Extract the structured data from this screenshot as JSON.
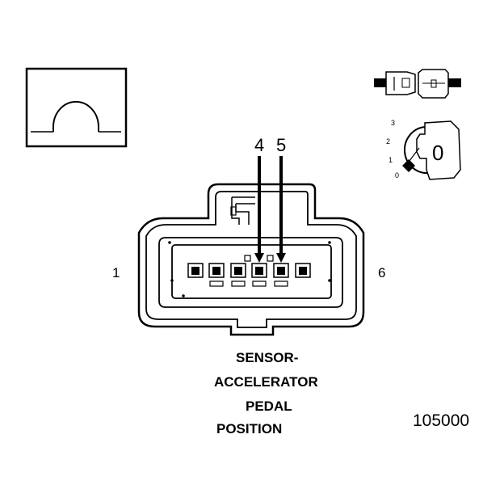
{
  "title_lines": [
    "SENSOR-",
    "ACCELERATOR",
    "PEDAL",
    "POSITION"
  ],
  "figure_code": "105000",
  "connector": {
    "end_pin_left": "1",
    "end_pin_right": "6",
    "highlighted_pins": [
      "4",
      "5"
    ]
  },
  "symbols": {
    "meter_icon": "ohm-omega-icon",
    "connector_icon": "disconnected-connector-icon",
    "switch_icon": "ignition-key-icon"
  },
  "ignition": {
    "positions": [
      "3",
      "2",
      "1",
      "0"
    ],
    "current_position": "0"
  },
  "colors": {
    "line": "#000000",
    "background": "#ffffff"
  }
}
